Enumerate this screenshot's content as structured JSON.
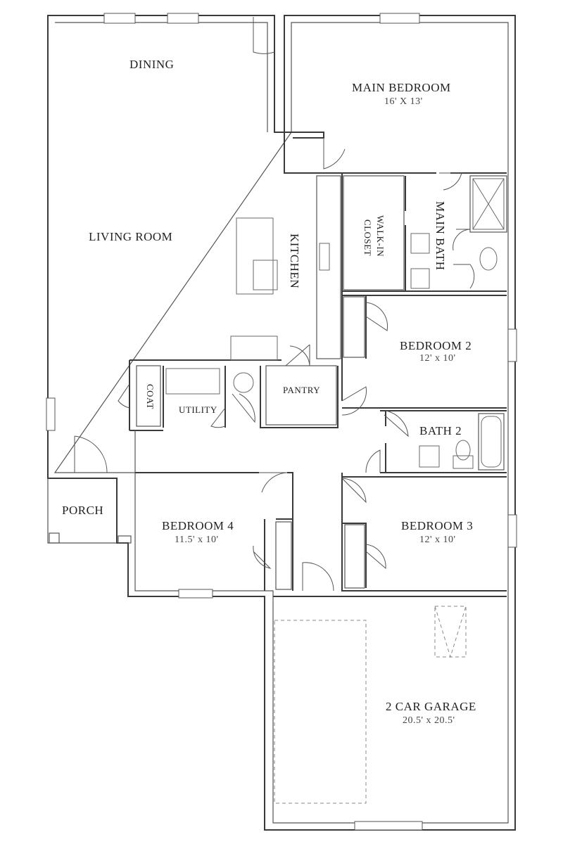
{
  "rooms": {
    "dining": {
      "name": "DINING"
    },
    "main_bedroom": {
      "name": "MAIN BEDROOM",
      "size": "16' X 13'"
    },
    "living_room": {
      "name": "LIVING ROOM"
    },
    "kitchen": {
      "name": "KITCHEN"
    },
    "walk_in_closet": {
      "name_line1": "WALK-IN",
      "name_line2": "CLOSET"
    },
    "main_bath": {
      "name": "MAIN BATH"
    },
    "bedroom_2": {
      "name": "BEDROOM 2",
      "size": "12' x 10'"
    },
    "coat": {
      "name": "COAT"
    },
    "utility": {
      "name": "UTILITY"
    },
    "pantry": {
      "name": "PANTRY"
    },
    "bath_2": {
      "name": "BATH 2"
    },
    "porch": {
      "name": "PORCH"
    },
    "bedroom_4": {
      "name": "BEDROOM 4",
      "size": "11.5' x 10'"
    },
    "bedroom_3": {
      "name": "BEDROOM 3",
      "size": "12' x 10'"
    },
    "garage": {
      "name": "2 CAR GARAGE",
      "size": "20.5' x 20.5'"
    }
  }
}
